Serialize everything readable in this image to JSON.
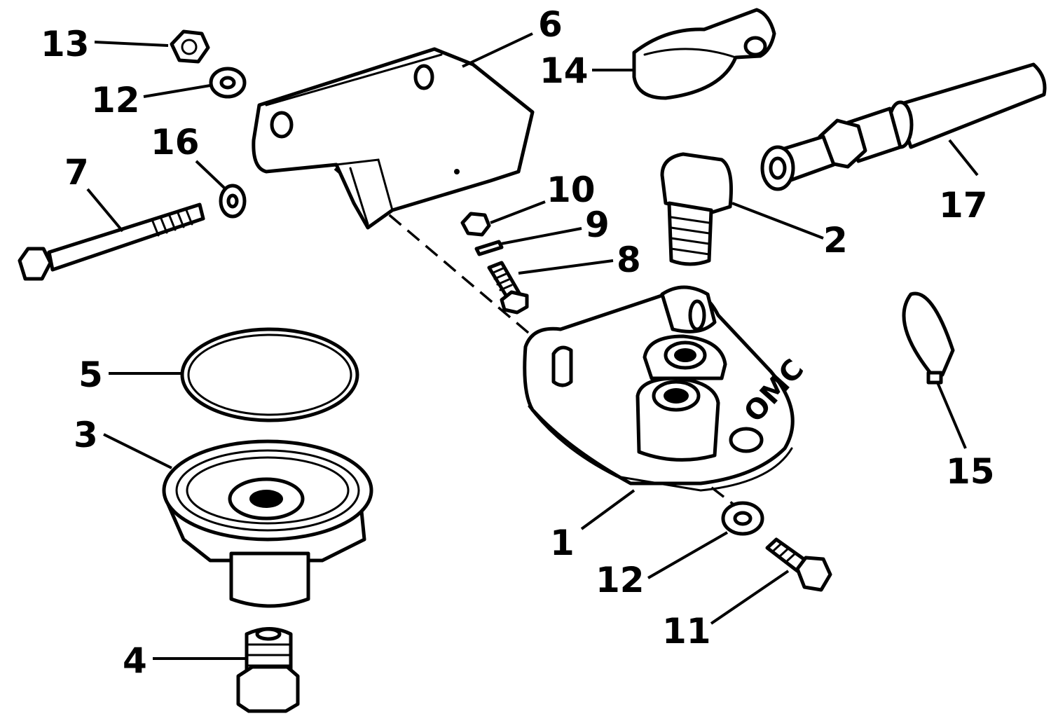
{
  "callouts": [
    {
      "id": "1",
      "label": "1"
    },
    {
      "id": "2",
      "label": "2"
    },
    {
      "id": "3",
      "label": "3"
    },
    {
      "id": "4",
      "label": "4"
    },
    {
      "id": "5",
      "label": "5"
    },
    {
      "id": "6",
      "label": "6"
    },
    {
      "id": "7",
      "label": "7"
    },
    {
      "id": "8",
      "label": "8"
    },
    {
      "id": "9",
      "label": "9"
    },
    {
      "id": "10",
      "label": "10"
    },
    {
      "id": "11",
      "label": "11"
    },
    {
      "id": "12a",
      "label": "12"
    },
    {
      "id": "12b",
      "label": "12"
    },
    {
      "id": "13",
      "label": "13"
    },
    {
      "id": "14",
      "label": "14"
    },
    {
      "id": "15",
      "label": "15"
    },
    {
      "id": "16",
      "label": "16"
    },
    {
      "id": "17",
      "label": "17"
    }
  ],
  "brand_text": "OMC"
}
